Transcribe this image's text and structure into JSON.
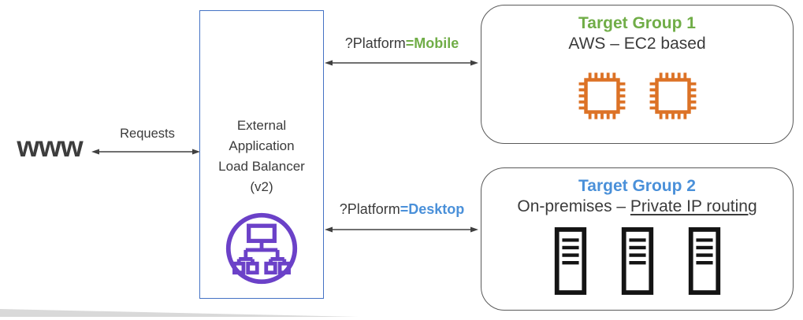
{
  "colors": {
    "green": "#70AD47",
    "blue": "#4A90D9",
    "purple": "#6B41C8",
    "orange": "#DC7226",
    "lbBorder": "#4472C4",
    "groupBorder": "#595959",
    "text": "#3B3B3B",
    "arrow": "#404040",
    "wedge": "#D9D9D9"
  },
  "internet": {
    "label": "www"
  },
  "requests_edge": {
    "label": "Requests"
  },
  "load_balancer": {
    "lines": [
      "External",
      "Application",
      "Load Balancer",
      "(v2)"
    ],
    "icon": "elastic-load-balancer-icon"
  },
  "routes": [
    {
      "prefix": "?Platform",
      "value": "=Mobile"
    },
    {
      "prefix": "?Platform",
      "value": "=Desktop"
    }
  ],
  "target_groups": [
    {
      "title": "Target Group 1",
      "subtitle": "AWS – EC2 based",
      "icon": "ec2-chip-icon",
      "icon_count": 2
    },
    {
      "title": "Target Group 2",
      "subtitle_prefix": "On-premises – ",
      "subtitle_underlined": "Private IP routing",
      "icon": "server-icon",
      "icon_count": 3
    }
  ]
}
